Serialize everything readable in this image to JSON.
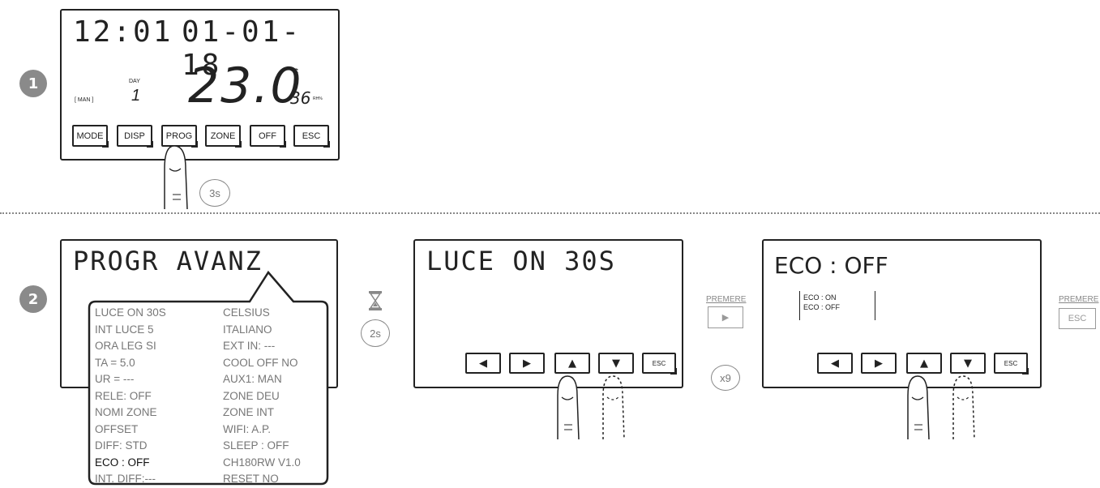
{
  "steps": {
    "s1": "1",
    "s2": "2"
  },
  "screen1": {
    "time": "12:01",
    "date": "01-01-18",
    "day_label": "DAY",
    "day_value": "1",
    "mode": "[ MAN ]",
    "temperature": "23.0",
    "temp_unit": "°C",
    "humidity": "36",
    "humidity_unit": "RH%",
    "buttons": [
      "MODE",
      "DISP",
      "PROG",
      "ZONE",
      "OFF",
      "ESC"
    ],
    "hold_time": "3s"
  },
  "screen2": {
    "title": "PROGR AVANZ",
    "menu_left": [
      "LUCE ON 30S",
      "INT LUCE 5",
      "ORA LEG SI",
      "TA = 5.0",
      "UR = ---",
      "RELE: OFF",
      "NOMI ZONE",
      "OFFSET",
      "DIFF: STD",
      "ECO : OFF",
      "INT. DIFF:---"
    ],
    "menu_right": [
      "CELSIUS",
      "ITALIANO",
      "EXT IN: ---",
      "COOL OFF NO",
      "AUX1: MAN",
      "ZONE DEU",
      "ZONE INT",
      "WIFI: A.P.",
      "SLEEP : OFF",
      "CH180RW V1.0",
      "RESET NO"
    ],
    "wait_time": "2s"
  },
  "screen3": {
    "title": "LUCE ON 30S",
    "esc": "ESC"
  },
  "transition": {
    "premere": "PREMERE",
    "repeat": "x9"
  },
  "screen4": {
    "title": "ECO : OFF",
    "options": [
      "ECO : ON",
      "ECO : OFF"
    ],
    "esc": "ESC"
  },
  "final": {
    "premere": "PREMERE",
    "esc": "ESC"
  }
}
